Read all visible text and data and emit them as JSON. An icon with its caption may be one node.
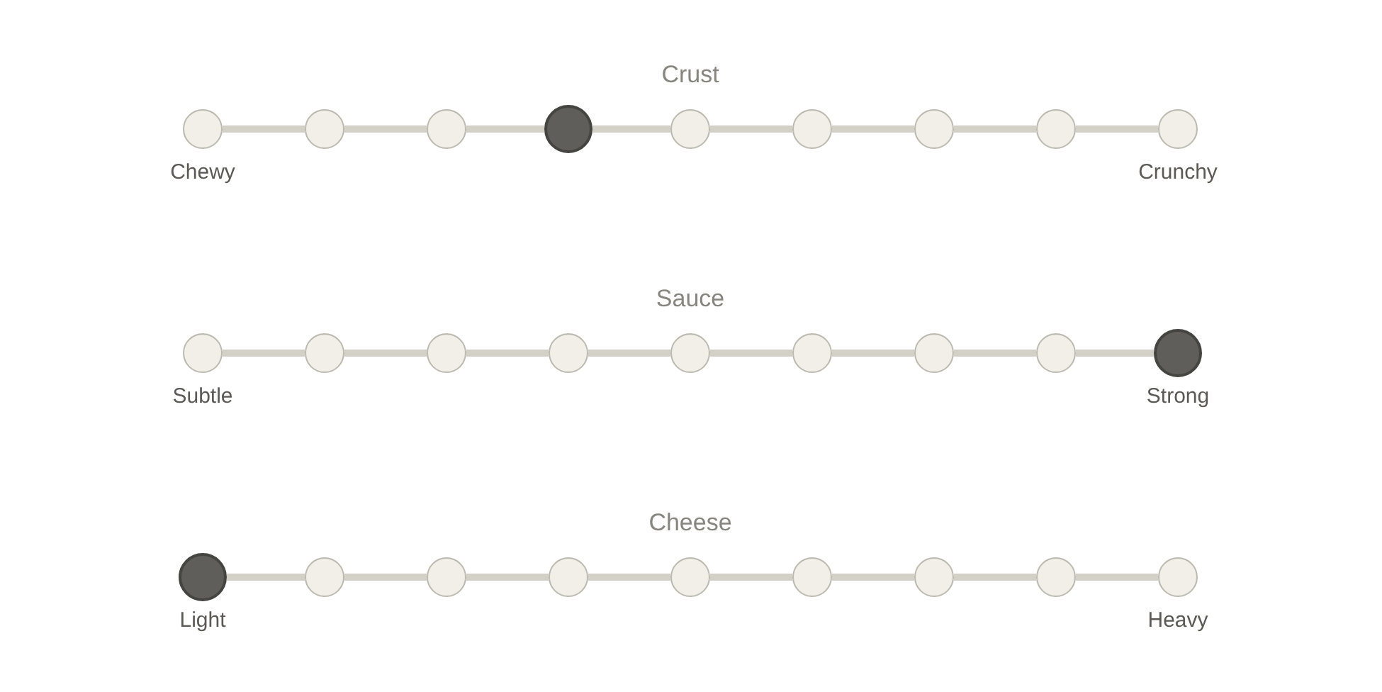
{
  "diagram": {
    "nodes": [
      {
        "text": [],
        "shape": "circle",
        "beside": [
          "Chewy"
        ]
      },
      {
        "text": [],
        "shape": "circle"
      },
      {
        "text": [],
        "shape": "circle"
      },
      {
        "text": [],
        "shape": "dot"
      },
      {
        "text": [],
        "shape": "circle"
      },
      {
        "text": [],
        "shape": "circle"
      },
      {
        "text": [],
        "shape": "circle"
      },
      {
        "text": [],
        "shape": "circle"
      },
      {
        "text": [],
        "shape": "circle",
        "beside": [
          "Crunchy"
        ]
      },
      {
        "text": [],
        "shape": "circle",
        "beside": [
          "Subtle"
        ]
      },
      {
        "text": [],
        "shape": "circle"
      },
      {
        "text": [],
        "shape": "circle"
      },
      {
        "text": [],
        "shape": "circle"
      },
      {
        "text": [],
        "shape": "circle"
      },
      {
        "text": [],
        "shape": "circle"
      },
      {
        "text": [],
        "shape": "circle"
      },
      {
        "text": [],
        "shape": "circle"
      },
      {
        "text": [],
        "shape": "dot",
        "beside": [
          "Strong"
        ]
      },
      {
        "text": [],
        "shape": "dot",
        "beside": [
          "Light"
        ]
      },
      {
        "text": [],
        "shape": "circle"
      },
      {
        "text": [],
        "shape": "circle"
      },
      {
        "text": [],
        "shape": "circle"
      },
      {
        "text": [],
        "shape": "circle"
      },
      {
        "text": [],
        "shape": "circle"
      },
      {
        "text": [],
        "shape": "circle"
      },
      {
        "text": [],
        "shape": "circle"
      },
      {
        "text": [],
        "shape": "circle",
        "beside": [
          "Heavy"
        ]
      }
    ],
    "edges": [
      {
        "from": 0,
        "to": 1,
        "arrow": "none"
      },
      {
        "from": 1,
        "to": 2,
        "arrow": "none"
      },
      {
        "from": 2,
        "to": 3,
        "arrow": "none"
      },
      {
        "from": 3,
        "to": 4,
        "arrow": "none"
      },
      {
        "from": 4,
        "to": 5,
        "arrow": "none"
      },
      {
        "from": 5,
        "to": 6,
        "arrow": "none"
      },
      {
        "from": 6,
        "to": 7,
        "arrow": "none"
      },
      {
        "from": 7,
        "to": 8,
        "arrow": "none"
      },
      {
        "from": 9,
        "to": 10,
        "arrow": "none"
      },
      {
        "from": 10,
        "to": 11,
        "arrow": "none"
      },
      {
        "from": 11,
        "to": 12,
        "arrow": "none"
      },
      {
        "from": 12,
        "to": 13,
        "arrow": "none"
      },
      {
        "from": 13,
        "to": 14,
        "arrow": "none"
      },
      {
        "from": 14,
        "to": 15,
        "arrow": "none"
      },
      {
        "from": 15,
        "to": 16,
        "arrow": "none"
      },
      {
        "from": 16,
        "to": 17,
        "arrow": "none"
      },
      {
        "from": 18,
        "to": 19,
        "arrow": "none"
      },
      {
        "from": 19,
        "to": 20,
        "arrow": "none"
      },
      {
        "from": 20,
        "to": 21,
        "arrow": "none"
      },
      {
        "from": 21,
        "to": 22,
        "arrow": "none"
      },
      {
        "from": 22,
        "to": 23,
        "arrow": "none"
      },
      {
        "from": 23,
        "to": 24,
        "arrow": "none"
      },
      {
        "from": 24,
        "to": 25,
        "arrow": "none"
      },
      {
        "from": 25,
        "to": 26,
        "arrow": "none"
      }
    ],
    "labels": [
      "Crust",
      "Sauce",
      "Cheese"
    ]
  }
}
